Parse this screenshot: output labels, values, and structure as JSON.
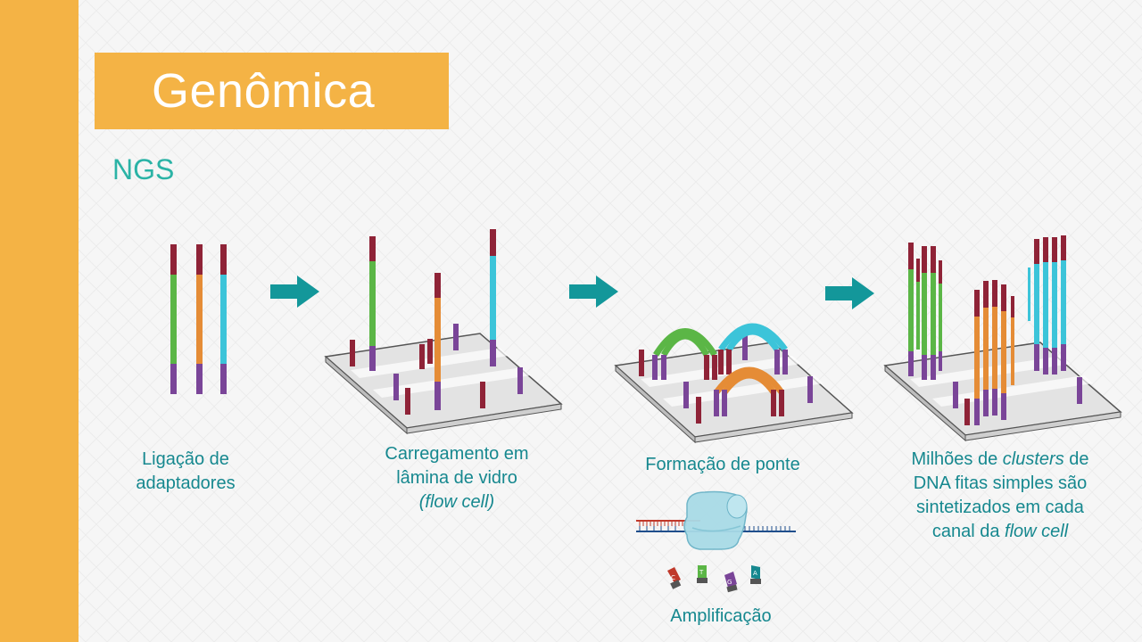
{
  "title": "Genômica",
  "subtitle": "NGS",
  "colors": {
    "accent_orange": "#f4b345",
    "teal_text": "#16888f",
    "arrow_teal": "#13979a",
    "adapter_red": "#8f2337",
    "adapter_purple": "#7a4598",
    "strand_green": "#5bb646",
    "strand_orange": "#e58c36",
    "strand_cyan": "#3cc4d9"
  },
  "steps": {
    "s1": {
      "line1": "Ligação de",
      "line2": "adaptadores"
    },
    "s2": {
      "line1": "Carregamento em",
      "line2": "lâmina de vidro",
      "line3": "(flow cell)"
    },
    "s3": {
      "line1": "Formação de ponte"
    },
    "s4": {
      "line1a": "Milhões de ",
      "line1b": "clusters",
      "line1c": " de",
      "line2": "DNA fitas simples são",
      "line3": "sintetizados em cada",
      "line4a": "canal da ",
      "line4b": "flow cell"
    },
    "s5": {
      "line1": "Amplificação"
    }
  },
  "nucleotides": [
    "C",
    "T",
    "G",
    "A"
  ],
  "icons": [
    "arrow-right-icon",
    "polymerase-icon",
    "nucleotide-icon"
  ]
}
